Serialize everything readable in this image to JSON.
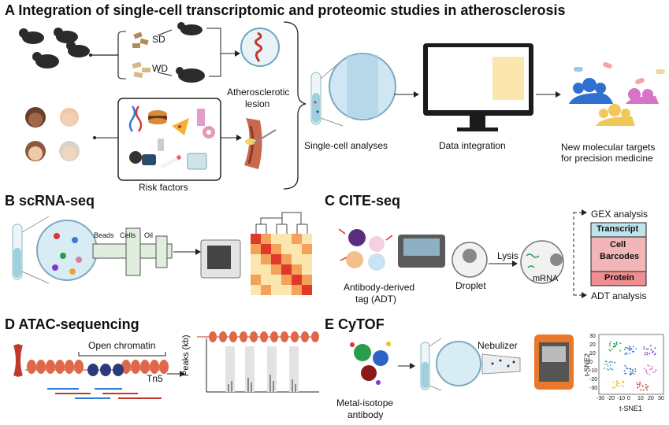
{
  "panel_a": {
    "title": "A  Integration of single-cell  transcriptomic and proteomic studies in atherosclerosis",
    "sd": "SD",
    "wd": "WD",
    "lesion_line1": "Atherosclerotic",
    "lesion_line2": "lesion",
    "risk_factors": "Risk factors",
    "single_cell": "Single-cell analyses",
    "data_integration": "Data integration",
    "targets_line1": "New molecular targets",
    "targets_line2": "for precision medicine"
  },
  "panel_b": {
    "title": "B  scRNA-seq",
    "beads": "Beads",
    "cells": "Cells",
    "oil": "Oil"
  },
  "panel_c": {
    "title": "C  CITE-seq",
    "adt_line1": "Antibody-derived",
    "adt_line2": "tag (ADT)",
    "droplet": "Droplet",
    "lysis": "Lysis",
    "mrna": "mRNA",
    "gex": "GEX analysis",
    "transcript": "Transcript",
    "cell_line1": "Cell",
    "cell_line2": "Barcodes",
    "protein": "Protein",
    "adt_analysis": "ADT analysis"
  },
  "panel_d": {
    "title": "D  ATAC-sequencing",
    "open_chromatin": "Open  chromatin",
    "tn5": "Tn5",
    "peaks_label": "Peaks (kb)"
  },
  "panel_e": {
    "title": "E  CyTOF",
    "nebulizer": "Nebulizer",
    "metal_line1": "Metal-isotope",
    "metal_line2": "antibody",
    "tsne1": "t-SNE1",
    "tsne2": "t-SNE2",
    "xticks": [
      "-30",
      "-20",
      "-10",
      "0",
      "10",
      "20",
      "30"
    ],
    "yticks": [
      "30",
      "20",
      "10",
      "0",
      "-10",
      "-20",
      "-30"
    ]
  },
  "colors": {
    "transcript": "#bfe3ea",
    "barcodes": "#f3b6b8",
    "protein": "#ee8e92",
    "heat_red": "#e0392a",
    "heat_orange": "#f4a259",
    "heat_cream": "#fbe6b0",
    "people_blue": "#2f6fd0",
    "people_yellow": "#f1c75a",
    "people_pink": "#d874c6"
  }
}
